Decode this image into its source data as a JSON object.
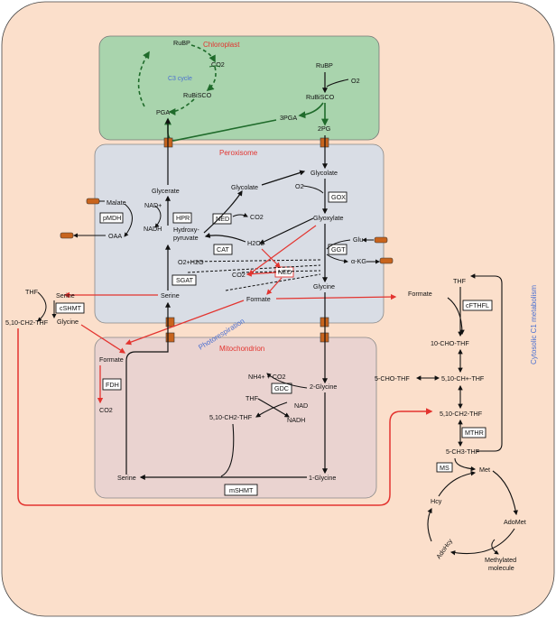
{
  "compartments": {
    "chloroplast": "Chloroplast",
    "peroxisome": "Peroxisome",
    "mitochondrion": "Mitochondrion",
    "photorespiration": "Photorespiration",
    "cytosolic_c1_metabolism": "Cytosolic C1 metabolism"
  },
  "chloroplast": {
    "rubp_left": "RuBP",
    "co2": "CO2",
    "c3_cycle": "C3 cycle",
    "rubisco_left": "RuBiSCO",
    "pga": "PGA",
    "rubp_right": "RuBP",
    "o2": "O2",
    "rubisco_right": "RuBiSCO",
    "three_pga": "3PGA",
    "two_pg": "2PG"
  },
  "peroxisome": {
    "glycolate_top": "Glycolate",
    "glycolate_mid": "Glycolate",
    "o2": "O2",
    "gox": "GOX",
    "glyoxylate": "Glyoxylate",
    "glycerate": "Glycerate",
    "malate": "Malate",
    "nad_plus": "NAD+",
    "pmdh": "pMDH",
    "hpr": "HPR",
    "nadh": "NADH",
    "oaa": "OAA",
    "hydroxy": "Hydroxy-",
    "pyruvate": "pyruvate",
    "ned_top": "NED",
    "co2_ned": "CO2",
    "cat": "CAT",
    "h2o2": "H2O2",
    "glu": "Glu",
    "ggt": "GGT",
    "akg": "α-KG",
    "o2_h2o": "O2+H2O",
    "co2_low": "CO2",
    "ned_red": "NED",
    "sgat": "SGAT",
    "glycine": "Glycine",
    "serine": "Serine",
    "formate": "Formate"
  },
  "cytosol_left": {
    "thf": "THF",
    "serine": "Serine",
    "cshmt": "cSHMT",
    "methylene_thf": "5,10-CH2-THF",
    "glycine": "Glycine"
  },
  "mitochondrion": {
    "formate": "Formate",
    "fdh": "FDH",
    "co2": "CO2",
    "nh4_co2": "NH4+ + CO2",
    "gdc": "GDC",
    "thf": "THF",
    "two_glycine": "2-Glycine",
    "nad": "NAD",
    "methylene_thf": "5,10-CH2-THF",
    "nadh": "NADH",
    "serine": "Serine",
    "one_glycine": "1-Glycine",
    "mshmt": "mSHMT"
  },
  "cytosolic_c1": {
    "formate": "Formate",
    "thf": "THF",
    "cfthfl": "cFTHFL",
    "cho_thf": "10-CHO-THF",
    "five_cho_thf": "5-CHO-THF",
    "methenyl_thf": "5,10-CH+-THF",
    "methylene_thf": "5,10-CH2-THF",
    "mthr": "MTHR",
    "methyl_thf": "5-CH3-THF",
    "ms": "MS",
    "met": "Met",
    "hcy": "Hcy",
    "adomet": "AdoMet",
    "adohcy": "AdoHcy",
    "methylated": "Methylated",
    "molecule": "molecule"
  },
  "colors": {
    "cell_fill": "#fbdfcb",
    "chloroplast_fill": "#a9d4ad",
    "peroxisome_fill": "#d9dde5",
    "mitochondrion_fill": "#ead3d0",
    "red_arrow": "#e3342f",
    "green_arrow": "#1f6b2b",
    "transporter": "#c8641d"
  }
}
